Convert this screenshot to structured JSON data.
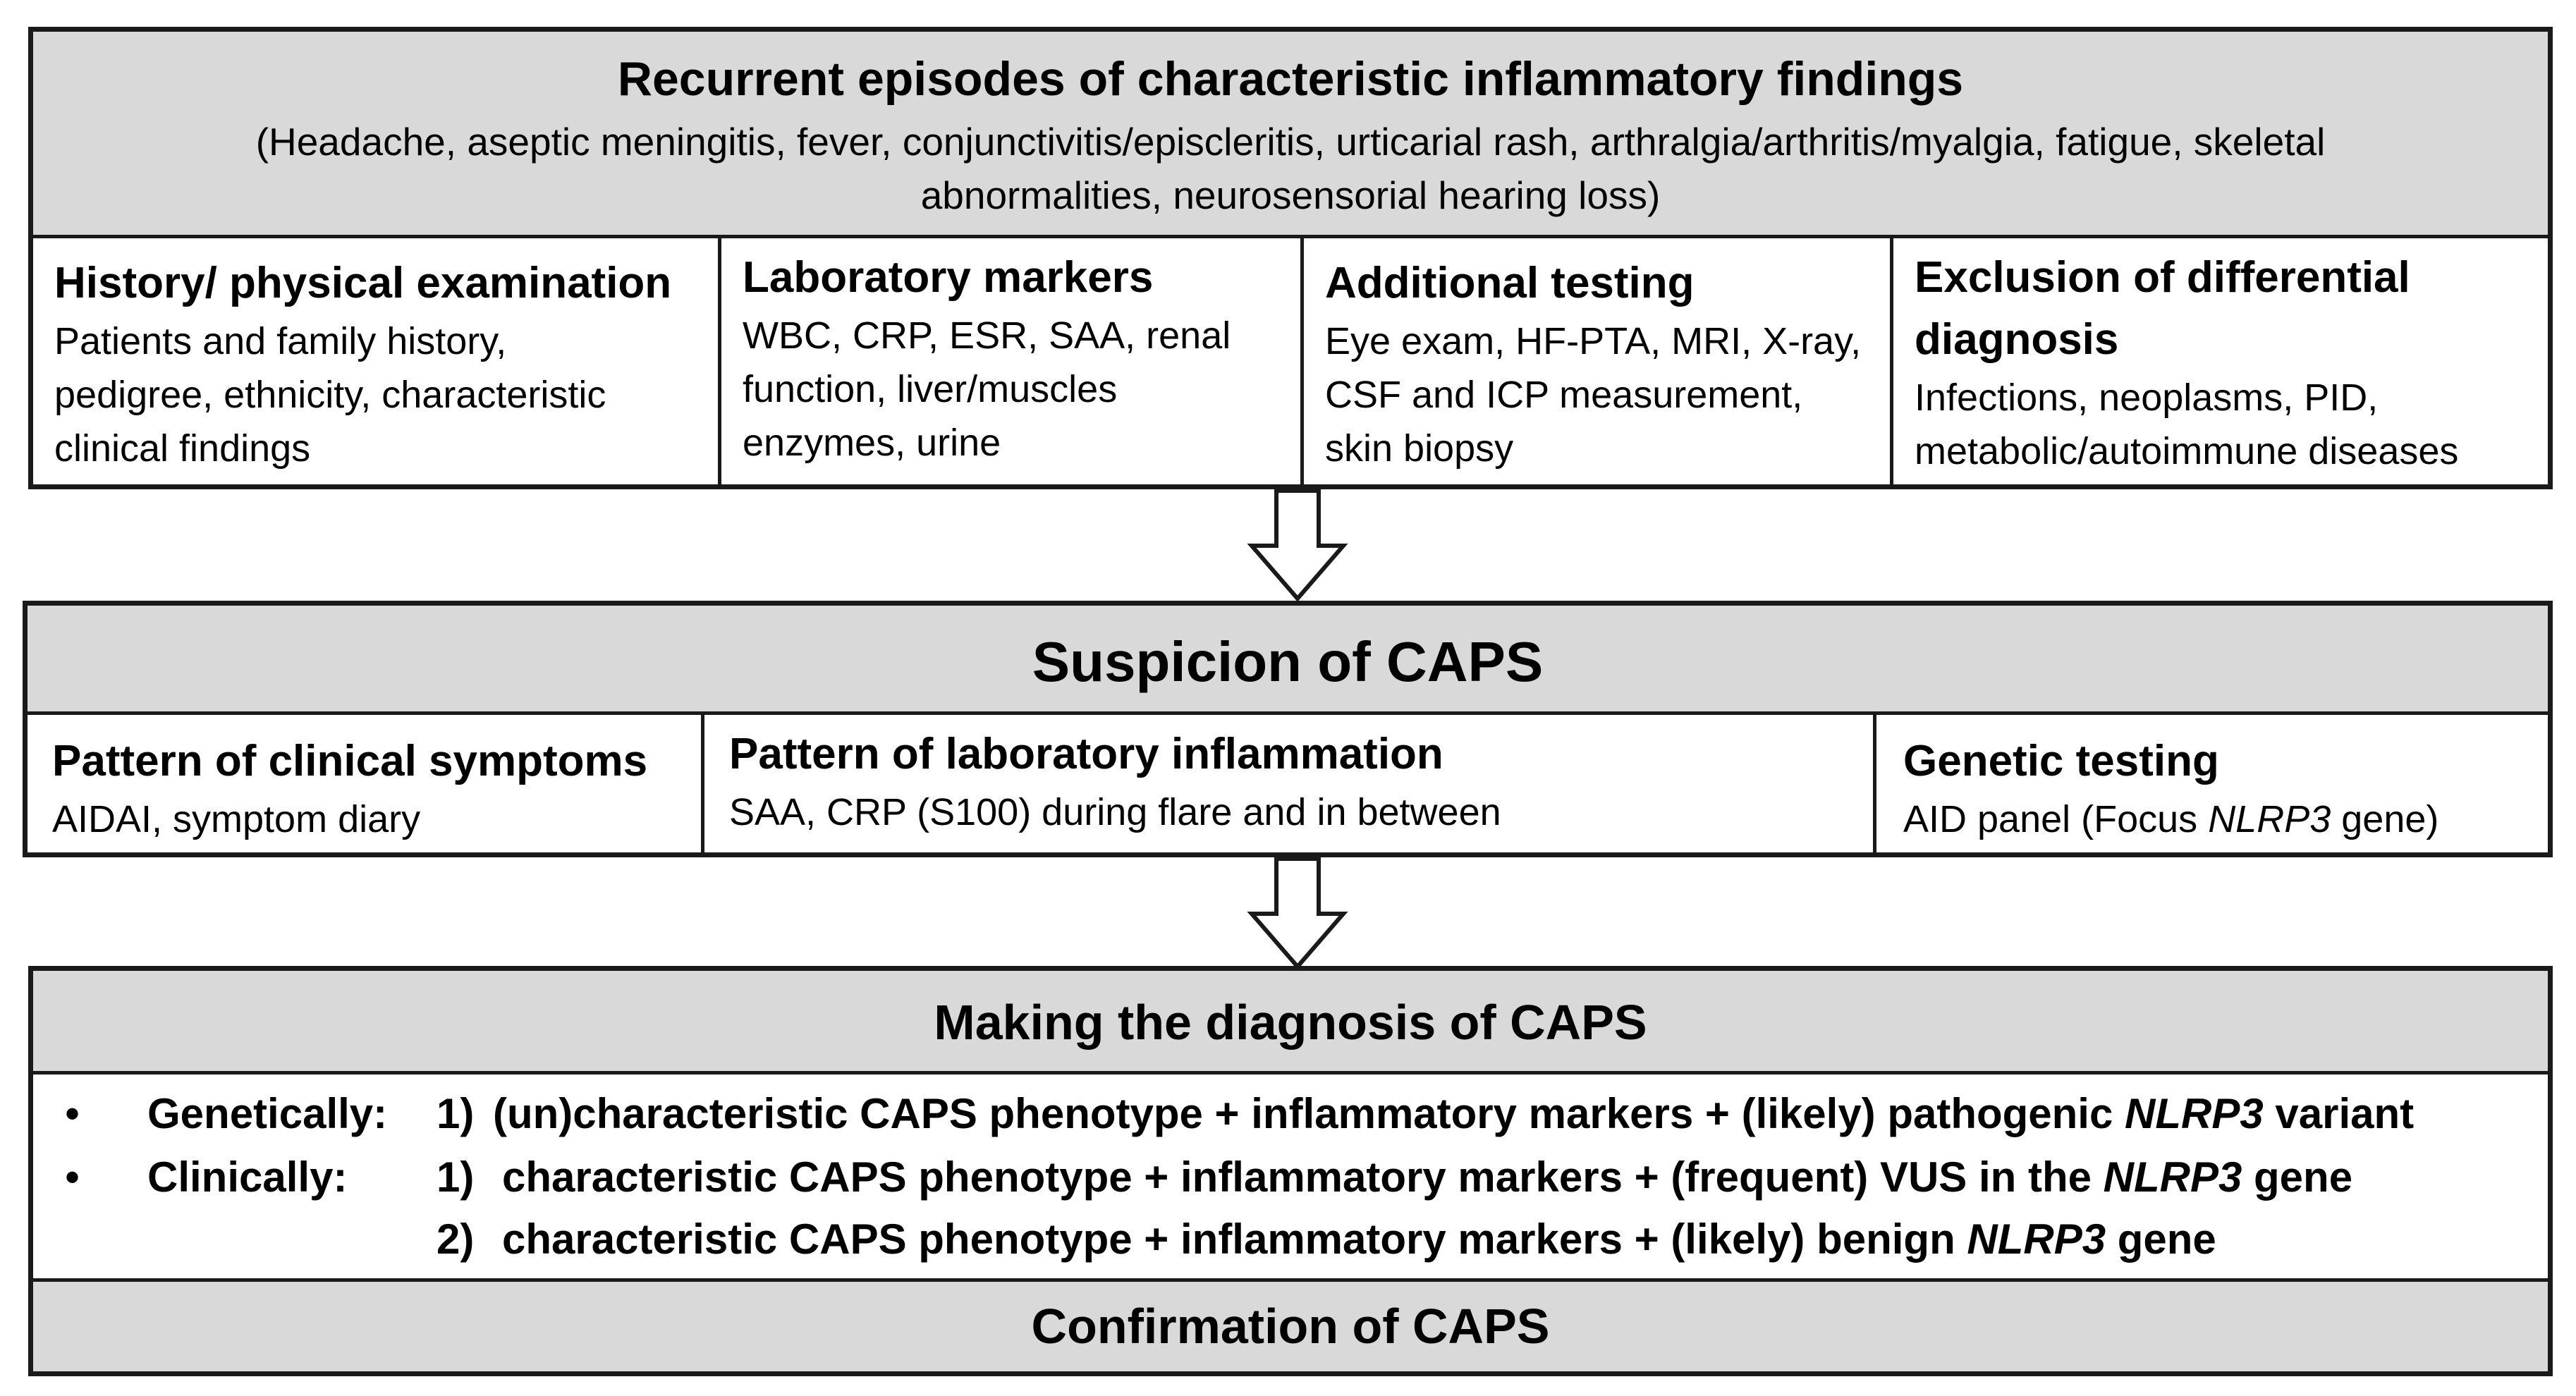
{
  "box1": {
    "title": "Recurrent episodes of characteristic inflammatory findings",
    "subtitle_line1": "(Headache, aseptic meningitis, fever, conjunctivitis/episcleritis, urticarial rash, arthralgia/arthritis/myalgia, fatigue, skeletal",
    "subtitle_line2": "abnormalities, neurosensorial hearing loss)",
    "cells": [
      {
        "title": "History/ physical examination",
        "lines": [
          "Patients and family history,",
          "pedigree, ethnicity, characteristic",
          "clinical findings"
        ]
      },
      {
        "title": "Laboratory markers",
        "lines": [
          "WBC, CRP, ESR, SAA, renal",
          "function, liver/muscles",
          "enzymes, urine"
        ]
      },
      {
        "title": "Additional testing",
        "lines": [
          "Eye exam, HF-PTA, MRI, X-ray,",
          "CSF and ICP measurement,",
          "skin biopsy"
        ]
      },
      {
        "title_line1": "Exclusion of differential",
        "title_line2": "diagnosis",
        "lines": [
          "Infections, neoplasms, PID,",
          "metabolic/autoimmune diseases"
        ]
      }
    ]
  },
  "box2": {
    "title": "Suspicion of CAPS",
    "cells": [
      {
        "title": "Pattern of clinical symptoms",
        "text": "AIDAI, symptom diary"
      },
      {
        "title": "Pattern of laboratory inflammation",
        "text": "SAA, CRP (S100) during flare and in between"
      },
      {
        "title": "Genetic testing",
        "text_pre": "AID panel (Focus ",
        "text_italic": "NLRP3",
        "text_post": " gene)"
      }
    ]
  },
  "box3": {
    "title": "Making the diagnosis of CAPS",
    "bullet": "•",
    "rows": [
      {
        "label": "Genetically:",
        "num": "1)",
        "pre": "(un)characteristic CAPS phenotype + inflammatory markers + (likely) pathogenic ",
        "italic": "NLRP3",
        "post": " variant"
      },
      {
        "label": "Clinically:",
        "num": "1)",
        "pre": "characteristic CAPS phenotype + inflammatory markers + (frequent) VUS in the ",
        "italic": "NLRP3",
        "post": " gene"
      },
      {
        "label": "",
        "num": "2)",
        "pre": "characteristic CAPS phenotype + inflammatory markers + (likely) benign ",
        "italic": "NLRP3",
        "post": " gene"
      }
    ],
    "footer": "Confirmation of CAPS"
  },
  "colors": {
    "header_fill": "#d9d9d9",
    "border": "#1a1a1a",
    "arrow_fill": "#ffffff"
  }
}
